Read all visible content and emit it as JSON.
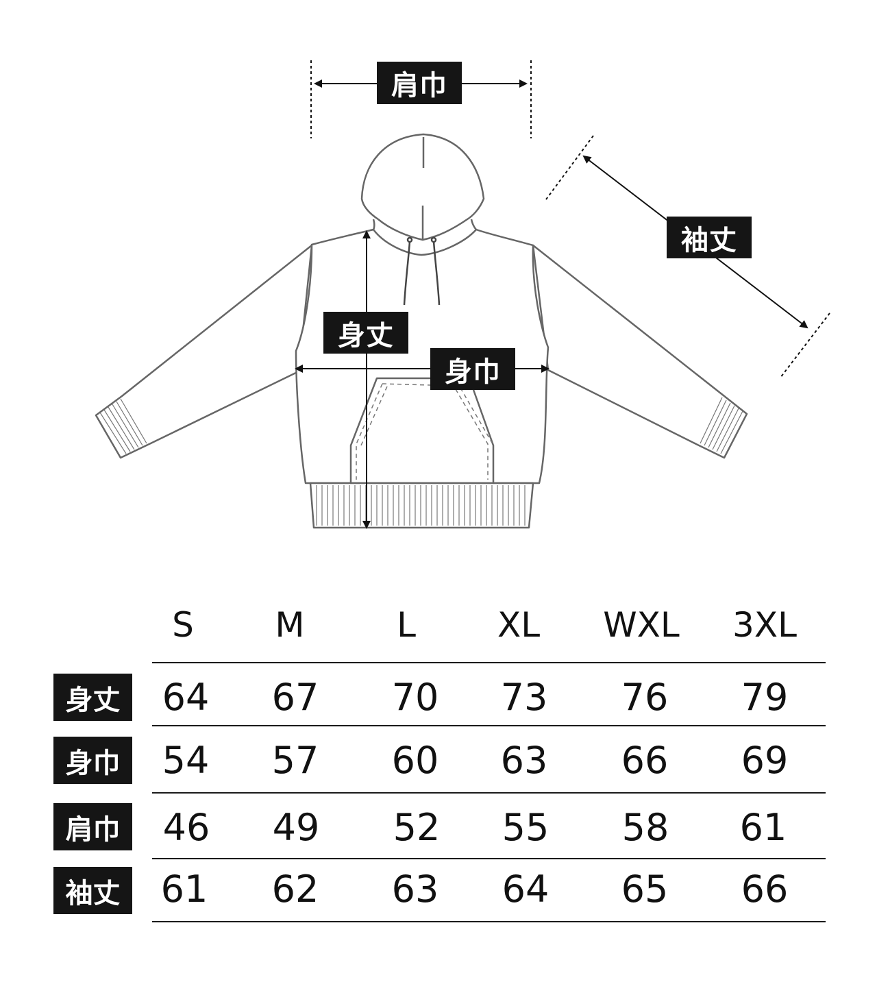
{
  "diagram_labels": {
    "shoulder": "肩巾",
    "sleeve": "袖丈",
    "length": "身丈",
    "width": "身巾"
  },
  "table": {
    "sizes": [
      "S",
      "M",
      "L",
      "XL",
      "WXL",
      "3XL"
    ],
    "rows": [
      {
        "label": "身丈",
        "values": [
          "64",
          "67",
          "70",
          "73",
          "76",
          "79"
        ]
      },
      {
        "label": "身巾",
        "values": [
          "54",
          "57",
          "60",
          "63",
          "66",
          "69"
        ]
      },
      {
        "label": "肩巾",
        "values": [
          "46",
          "49",
          "52",
          "55",
          "58",
          "61"
        ]
      },
      {
        "label": "袖丈",
        "values": [
          "61",
          "62",
          "63",
          "64",
          "65",
          "66"
        ]
      }
    ]
  },
  "colors": {
    "ink": "#151515",
    "garment_line": "#666666"
  }
}
